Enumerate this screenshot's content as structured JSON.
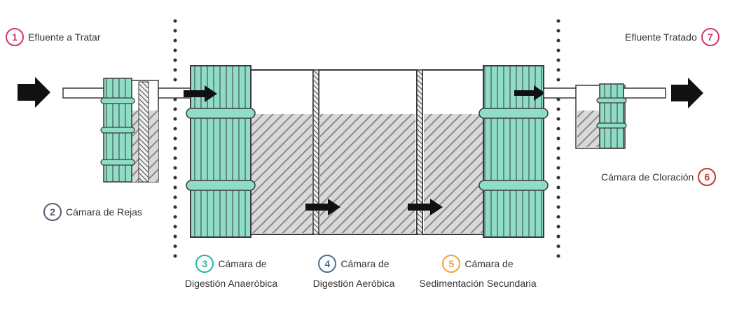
{
  "colors": {
    "tank": "#8fdcc7",
    "outline": "#3a3a3a",
    "hatch": "#8a8a8a",
    "arrow": "#111111",
    "n1": "#d6336c",
    "n2": "#5c5c75",
    "n3": "#2bb5a0",
    "n4": "#4a6f93",
    "n5": "#f2a33a",
    "n6": "#c0392b",
    "n7": "#d6336c"
  },
  "labels": {
    "s1": {
      "num": "1",
      "text": "Efluente a Tratar"
    },
    "s2": {
      "num": "2",
      "text": "Cámara de Rejas"
    },
    "s3": {
      "num": "3",
      "line1": "Cámara de",
      "line2": "Digestión Anaeróbica"
    },
    "s4": {
      "num": "4",
      "line1": "Cámara de",
      "line2": "Digestión Aeróbica"
    },
    "s5": {
      "num": "5",
      "line1": "Cámara de",
      "line2": "Sedimentación Secundaria"
    },
    "s6": {
      "num": "6",
      "text": "Cámara de Cloración"
    },
    "s7": {
      "num": "7",
      "text": "Efluente Tratado"
    }
  }
}
